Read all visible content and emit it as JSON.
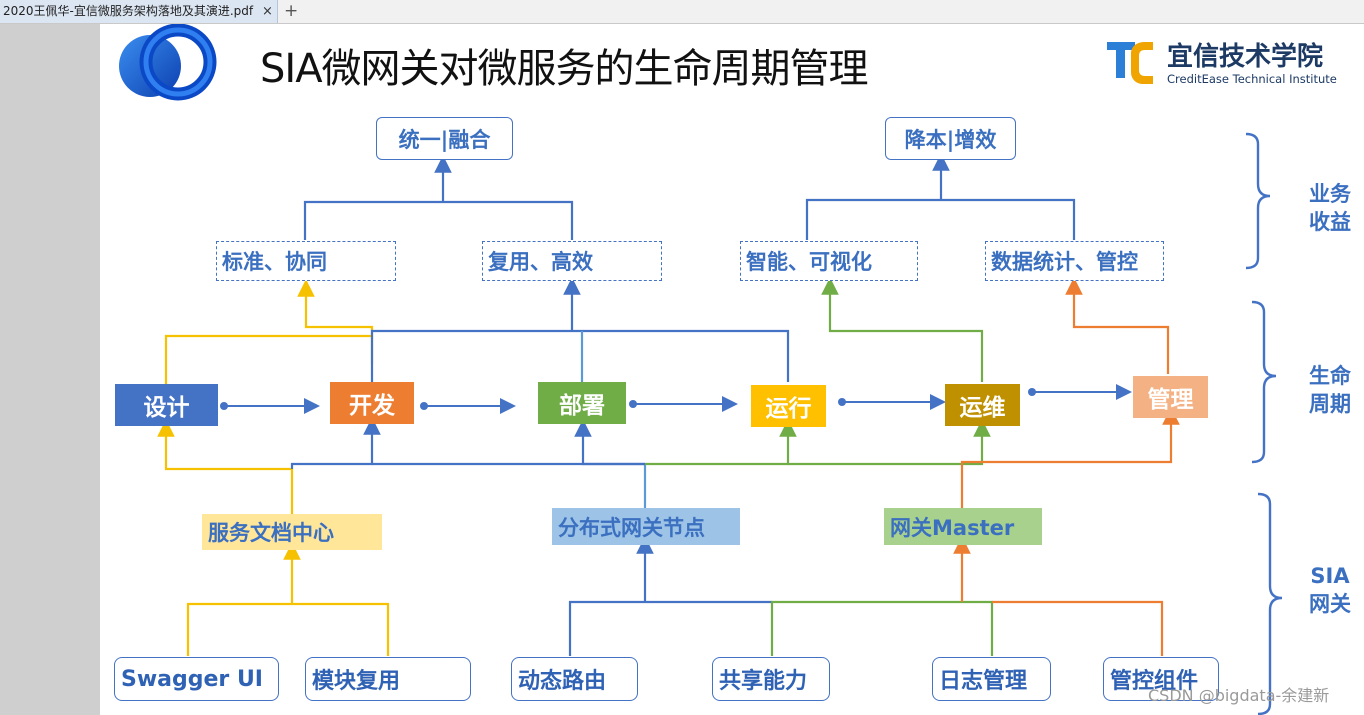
{
  "tab": {
    "title": "2020王佩华-宜信微服务架构落地及其演进.pdf",
    "close": "×",
    "add": "+"
  },
  "slide": {
    "title": "SIA微网关对微服务的生命周期管理",
    "brand": {
      "name_cn": "宜信技术学院",
      "name_en": "CreditEase Technical Institute"
    }
  },
  "benefit_top": [
    "统一|融合",
    "降本|增效"
  ],
  "benefits": [
    "标准、协同",
    "复用、高效",
    "智能、可视化",
    "数据统计、管控"
  ],
  "lifecycle": [
    "设计",
    "开发",
    "部署",
    "运行",
    "运维",
    "管理"
  ],
  "gateway_mid": [
    "服务文档中心",
    "分布式网关节点",
    "网关Master"
  ],
  "gateway_bottom": [
    "Swagger UI",
    "模块复用",
    "动态路由",
    "共享能力",
    "日志管理",
    "管控组件"
  ],
  "side_labels": [
    {
      "line1": "业务",
      "line2": "收益"
    },
    {
      "line1": "生命",
      "line2": "周期"
    },
    {
      "line1": "SIA",
      "line2": "网关"
    }
  ],
  "watermark": "CSDN @bigdata-余建新",
  "colors": {
    "blue": "#4472c4",
    "yellow": "#f5c100",
    "green": "#70ad47",
    "orange": "#ed7d31",
    "design": "#4472c4",
    "develop": "#ed7d31",
    "deploy": "#70ad47",
    "run": "#ffc000",
    "ops": "#bf9000",
    "manage": "#f4b183",
    "doc_center": "#ffe699",
    "gateway_node": "#9dc3e6",
    "gateway_master": "#a9d18e"
  }
}
